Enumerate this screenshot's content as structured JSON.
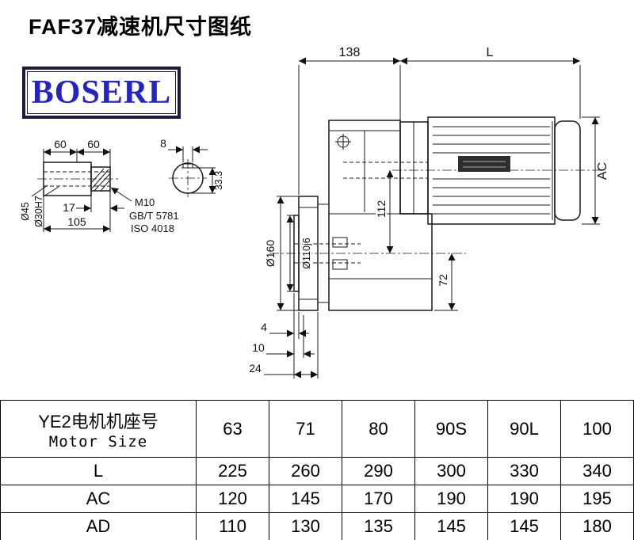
{
  "title": "FAF37减速机尺寸图纸",
  "logo": {
    "text": "BOSERL"
  },
  "shaft_detail": {
    "dim_60_left": "60",
    "dim_60_right": "60",
    "dim_d45": "Ø45",
    "dim_d30": "Ø30H7",
    "dim_17": "17",
    "dim_105": "105",
    "note_m10": "M10",
    "note_gbt": "GB/T 5781",
    "note_iso": "ISO 4018"
  },
  "key_detail": {
    "dim_8": "8",
    "dim_33_3": "33.3"
  },
  "main_view": {
    "dim_138": "138",
    "dim_L": "L",
    "dim_AC": "AC",
    "dim_d160": "Ø160",
    "dim_d110": "Ø110j6",
    "dim_112": "112",
    "dim_72": "72",
    "dim_4": "4",
    "dim_10": "10",
    "dim_24": "24"
  },
  "table": {
    "header": {
      "line1": "YE2电机机座号",
      "line2": "Motor Size"
    },
    "motor_sizes": [
      "63",
      "71",
      "80",
      "90S",
      "90L",
      "100"
    ],
    "rows": [
      {
        "label": "L",
        "values": [
          "225",
          "260",
          "290",
          "300",
          "330",
          "340"
        ]
      },
      {
        "label": "AC",
        "values": [
          "120",
          "145",
          "170",
          "190",
          "190",
          "195"
        ]
      },
      {
        "label": "AD",
        "values": [
          "110",
          "130",
          "135",
          "145",
          "145",
          "180"
        ]
      }
    ]
  }
}
